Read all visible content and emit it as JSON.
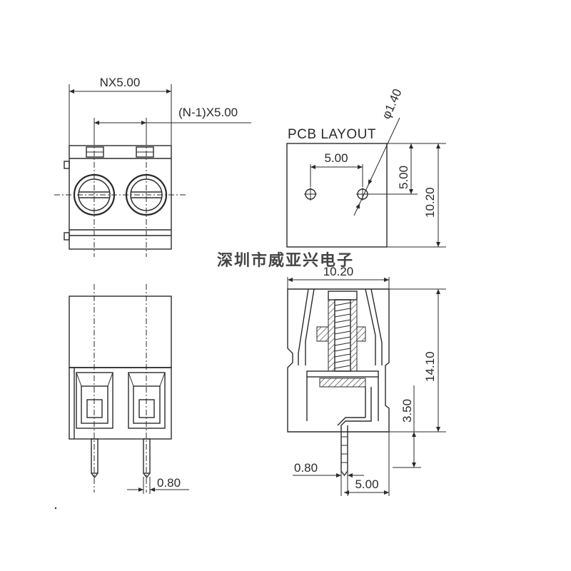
{
  "labels": {
    "width_n": "NX5.00",
    "width_n1": "(N-1)X5.00",
    "pcb_layout": "PCB LAYOUT",
    "hole_dia": "φ1.40",
    "pitch": "5.00",
    "hole_offset": "5.00",
    "depth": "10.20",
    "side_width": "10.20",
    "height": "14.10",
    "pin_height": "3.50",
    "pin_width_front": "0.80",
    "pin_width_side": "0.80",
    "pin_offset": "5.00"
  },
  "watermark": "深圳市威亚兴电子"
}
